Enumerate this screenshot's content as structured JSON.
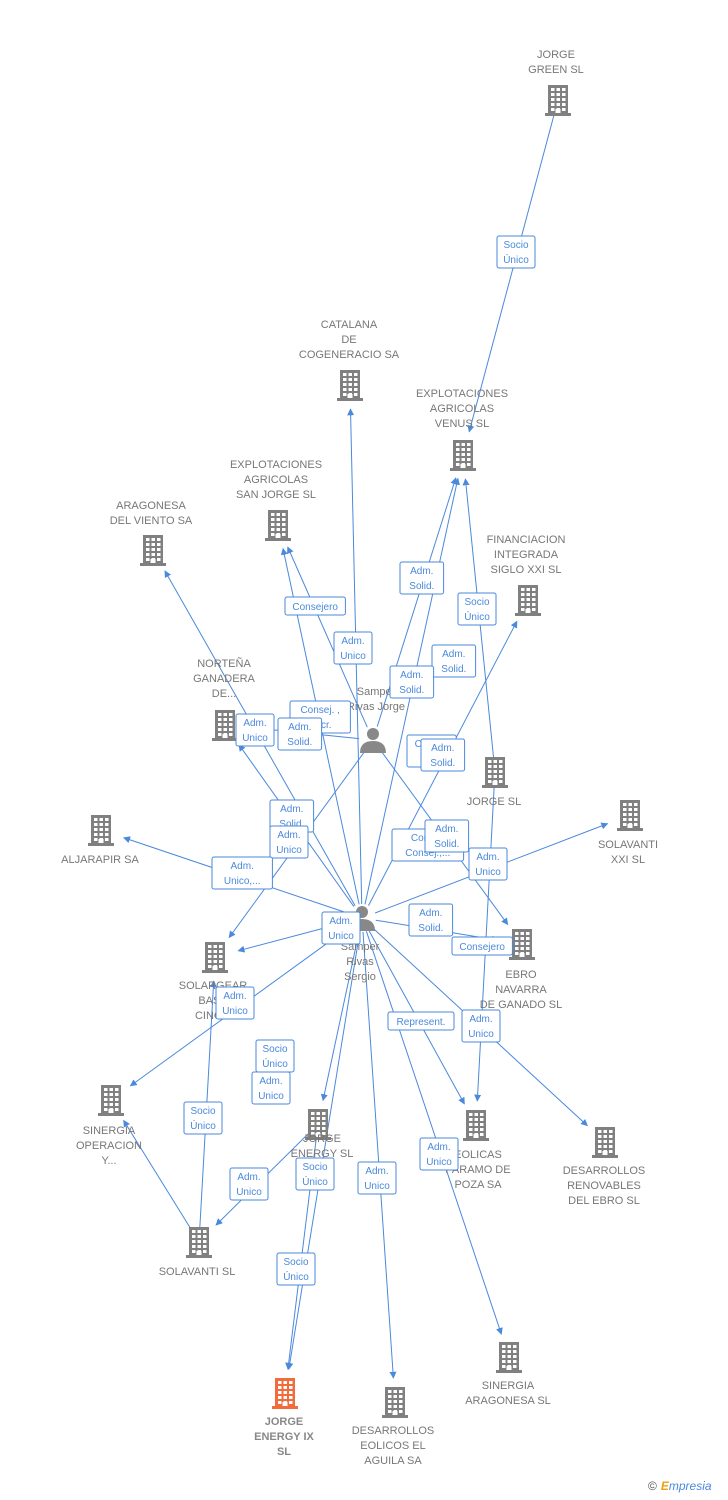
{
  "colors": {
    "edge": "#4a89dc",
    "company": "#808080",
    "focus": "#f26b3a",
    "person": "#888888"
  },
  "credit": {
    "copyright": "©",
    "brand_e": "E",
    "brand_rest": "mpresia"
  },
  "nodes": [
    {
      "id": "jorge_green",
      "type": "company",
      "lines": [
        "JORGE",
        "GREEN  SL"
      ]
    },
    {
      "id": "catalana",
      "type": "company",
      "lines": [
        "CATALANA",
        "DE",
        "COGENERACIO SA"
      ]
    },
    {
      "id": "venus",
      "type": "company",
      "lines": [
        "EXPLOTACIONES",
        "AGRICOLAS",
        "VENUS  SL"
      ]
    },
    {
      "id": "san_jorge",
      "type": "company",
      "lines": [
        "EXPLOTACIONES",
        "AGRICOLAS",
        "SAN JORGE SL"
      ]
    },
    {
      "id": "aragonesa_viento",
      "type": "company",
      "lines": [
        "ARAGONESA",
        "DEL VIENTO SA"
      ]
    },
    {
      "id": "financiacion",
      "type": "company",
      "lines": [
        "FINANCIACION",
        "INTEGRADA",
        "SIGLO XXI  SL"
      ]
    },
    {
      "id": "nortena",
      "type": "company",
      "lines": [
        "NORTEÑA",
        "GANADERA",
        "DE..."
      ]
    },
    {
      "id": "samper_jorge",
      "type": "person",
      "lines": [
        "Samper",
        "Rivas Jorge"
      ]
    },
    {
      "id": "jorge_sl",
      "type": "company",
      "lines": [
        "JORGE SL"
      ]
    },
    {
      "id": "aljarapir",
      "type": "company",
      "lines": [
        "ALJARAPIR SA"
      ]
    },
    {
      "id": "solavanti_xxi",
      "type": "company",
      "lines": [
        "SOLAVANTI",
        "XXI SL"
      ]
    },
    {
      "id": "samper_sergio",
      "type": "person",
      "lines": [
        "Samper",
        "Rivas",
        "Sergio"
      ]
    },
    {
      "id": "solargear",
      "type": "company",
      "lines": [
        "SOLARGEAR",
        "BASS",
        "CINC..."
      ]
    },
    {
      "id": "ebro_navarra",
      "type": "company",
      "lines": [
        "EBRO",
        "NAVARRA",
        "DE GANADO SL"
      ]
    },
    {
      "id": "sinergia_op",
      "type": "company",
      "lines": [
        "SINERGIA",
        "OPERACION",
        "Y..."
      ]
    },
    {
      "id": "jorge_energy",
      "type": "company",
      "lines": [
        "JORGE",
        "ENERGY SL"
      ]
    },
    {
      "id": "eolicas_poza",
      "type": "company",
      "lines": [
        "EOLICAS",
        "PARAMO DE",
        "POZA SA"
      ]
    },
    {
      "id": "desarrollos_ebro",
      "type": "company",
      "lines": [
        "DESARROLLOS",
        "RENOVABLES",
        "DEL EBRO SL"
      ]
    },
    {
      "id": "solavanti",
      "type": "company",
      "lines": [
        "SOLAVANTI SL"
      ]
    },
    {
      "id": "jorge_energy_ix",
      "type": "focus",
      "lines": [
        "JORGE",
        "ENERGY IX",
        "SL"
      ]
    },
    {
      "id": "desarrollos_aguila",
      "type": "company",
      "lines": [
        "DESARROLLOS",
        "EOLICOS EL",
        "AGUILA SA"
      ]
    },
    {
      "id": "sinergia_aragonesa",
      "type": "company",
      "lines": [
        "SINERGIA",
        "ARAGONESA SL"
      ]
    }
  ],
  "edges": [
    {
      "from": "jorge_green",
      "to": "venus"
    },
    {
      "from": "samper_sergio",
      "to": "catalana"
    },
    {
      "from": "samper_sergio",
      "to": "venus"
    },
    {
      "from": "samper_sergio",
      "to": "san_jorge"
    },
    {
      "from": "samper_sergio",
      "to": "aragonesa_viento"
    },
    {
      "from": "samper_sergio",
      "to": "financiacion"
    },
    {
      "from": "samper_sergio",
      "to": "nortena"
    },
    {
      "from": "samper_sergio",
      "to": "aljarapir"
    },
    {
      "from": "samper_sergio",
      "to": "solavanti_xxi"
    },
    {
      "from": "samper_sergio",
      "to": "solargear"
    },
    {
      "from": "samper_sergio",
      "to": "ebro_navarra"
    },
    {
      "from": "samper_sergio",
      "to": "sinergia_op"
    },
    {
      "from": "samper_sergio",
      "to": "jorge_energy"
    },
    {
      "from": "samper_sergio",
      "to": "eolicas_poza"
    },
    {
      "from": "samper_sergio",
      "to": "desarrollos_ebro"
    },
    {
      "from": "samper_sergio",
      "to": "jorge_energy_ix"
    },
    {
      "from": "samper_sergio",
      "to": "desarrollos_aguila"
    },
    {
      "from": "samper_sergio",
      "to": "sinergia_aragonesa"
    },
    {
      "from": "samper_jorge",
      "to": "venus"
    },
    {
      "from": "samper_jorge",
      "to": "san_jorge"
    },
    {
      "from": "samper_jorge",
      "to": "nortena"
    },
    {
      "from": "samper_jorge",
      "to": "ebro_navarra"
    },
    {
      "from": "samper_jorge",
      "to": "solargear"
    },
    {
      "from": "jorge_sl",
      "to": "venus"
    },
    {
      "from": "jorge_sl",
      "to": "eolicas_poza"
    },
    {
      "from": "solavanti",
      "to": "solargear"
    },
    {
      "from": "solavanti",
      "to": "sinergia_op"
    },
    {
      "from": "jorge_energy",
      "to": "solavanti"
    },
    {
      "from": "jorge_energy",
      "to": "jorge_energy_ix"
    }
  ],
  "edge_labels": [
    {
      "lines": [
        "Socio",
        "Único"
      ]
    },
    {
      "lines": [
        "Consejero"
      ]
    },
    {
      "lines": [
        "Adm.",
        "Unico"
      ]
    },
    {
      "lines": [
        "Adm.",
        "Solid."
      ]
    },
    {
      "lines": [
        "Socio",
        "Único"
      ]
    },
    {
      "lines": [
        "Adm.",
        "Solid."
      ]
    },
    {
      "lines": [
        "Adm.",
        "Solid."
      ]
    },
    {
      "lines": [
        "Consej. ,",
        "Secr."
      ]
    },
    {
      "lines": [
        "Adm.",
        "Solid."
      ]
    },
    {
      "lines": [
        "Adm.",
        "Unico"
      ]
    },
    {
      "lines": [
        "Consej.",
        "Secr."
      ]
    },
    {
      "lines": [
        "Adm.",
        "Solid."
      ]
    },
    {
      "lines": [
        "Adm.",
        "Solid."
      ]
    },
    {
      "lines": [
        "Adm.",
        "Unico"
      ]
    },
    {
      "lines": [
        "Consej.",
        "Consej.,..."
      ]
    },
    {
      "lines": [
        "Adm.",
        "Solid."
      ]
    },
    {
      "lines": [
        "Adm.",
        "Unico"
      ]
    },
    {
      "lines": [
        "Adm.",
        "Unico,..."
      ]
    },
    {
      "lines": [
        "Adm.",
        "Unico"
      ]
    },
    {
      "lines": [
        "Adm.",
        "Solid."
      ]
    },
    {
      "lines": [
        "Consejero"
      ]
    },
    {
      "lines": [
        "Adm.",
        "Unico"
      ]
    },
    {
      "lines": [
        "Represent."
      ]
    },
    {
      "lines": [
        "Adm.",
        "Unico"
      ]
    },
    {
      "lines": [
        "Socio",
        "Único"
      ]
    },
    {
      "lines": [
        "Adm.",
        "Unico"
      ]
    },
    {
      "lines": [
        "Socio",
        "Único"
      ]
    },
    {
      "lines": [
        "Adm.",
        "Unico"
      ]
    },
    {
      "lines": [
        "Socio",
        "Único"
      ]
    },
    {
      "lines": [
        "Adm.",
        "Unico"
      ]
    },
    {
      "lines": [
        "Adm.",
        "Unico"
      ]
    },
    {
      "lines": [
        "Socio",
        "Único"
      ]
    }
  ]
}
